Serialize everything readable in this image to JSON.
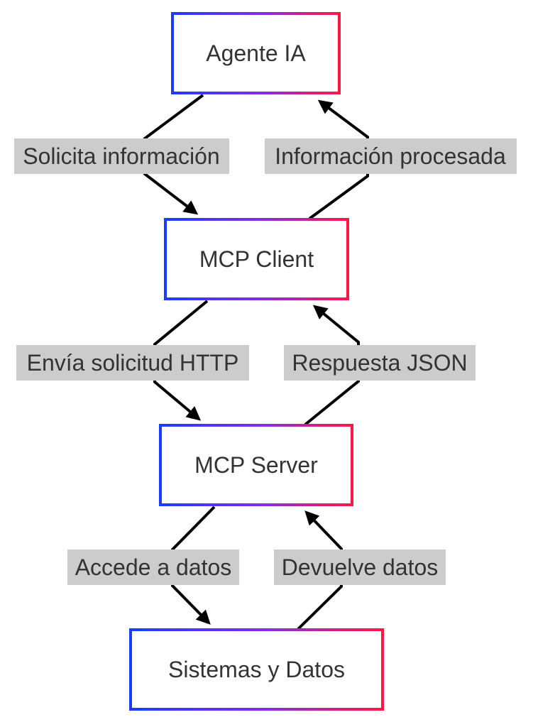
{
  "nodes": [
    {
      "id": "agente",
      "label": "Agente IA"
    },
    {
      "id": "client",
      "label": "MCP Client"
    },
    {
      "id": "server",
      "label": "MCP Server"
    },
    {
      "id": "sistemas",
      "label": "Sistemas y Datos"
    }
  ],
  "edges": [
    {
      "from": "agente",
      "to": "client",
      "label": "Solicita información"
    },
    {
      "from": "client",
      "to": "agente",
      "label": "Información procesada"
    },
    {
      "from": "client",
      "to": "server",
      "label": "Envía solicitud HTTP"
    },
    {
      "from": "server",
      "to": "client",
      "label": "Respuesta JSON"
    },
    {
      "from": "server",
      "to": "sistemas",
      "label": "Accede a datos"
    },
    {
      "from": "sistemas",
      "to": "server",
      "label": "Devuelve datos"
    }
  ],
  "colors": {
    "node_border_start": "#1a3cff",
    "node_border_end": "#ff1744",
    "edge_label_bg": "#cccccc",
    "text": "#333333",
    "arrow": "#000000"
  }
}
